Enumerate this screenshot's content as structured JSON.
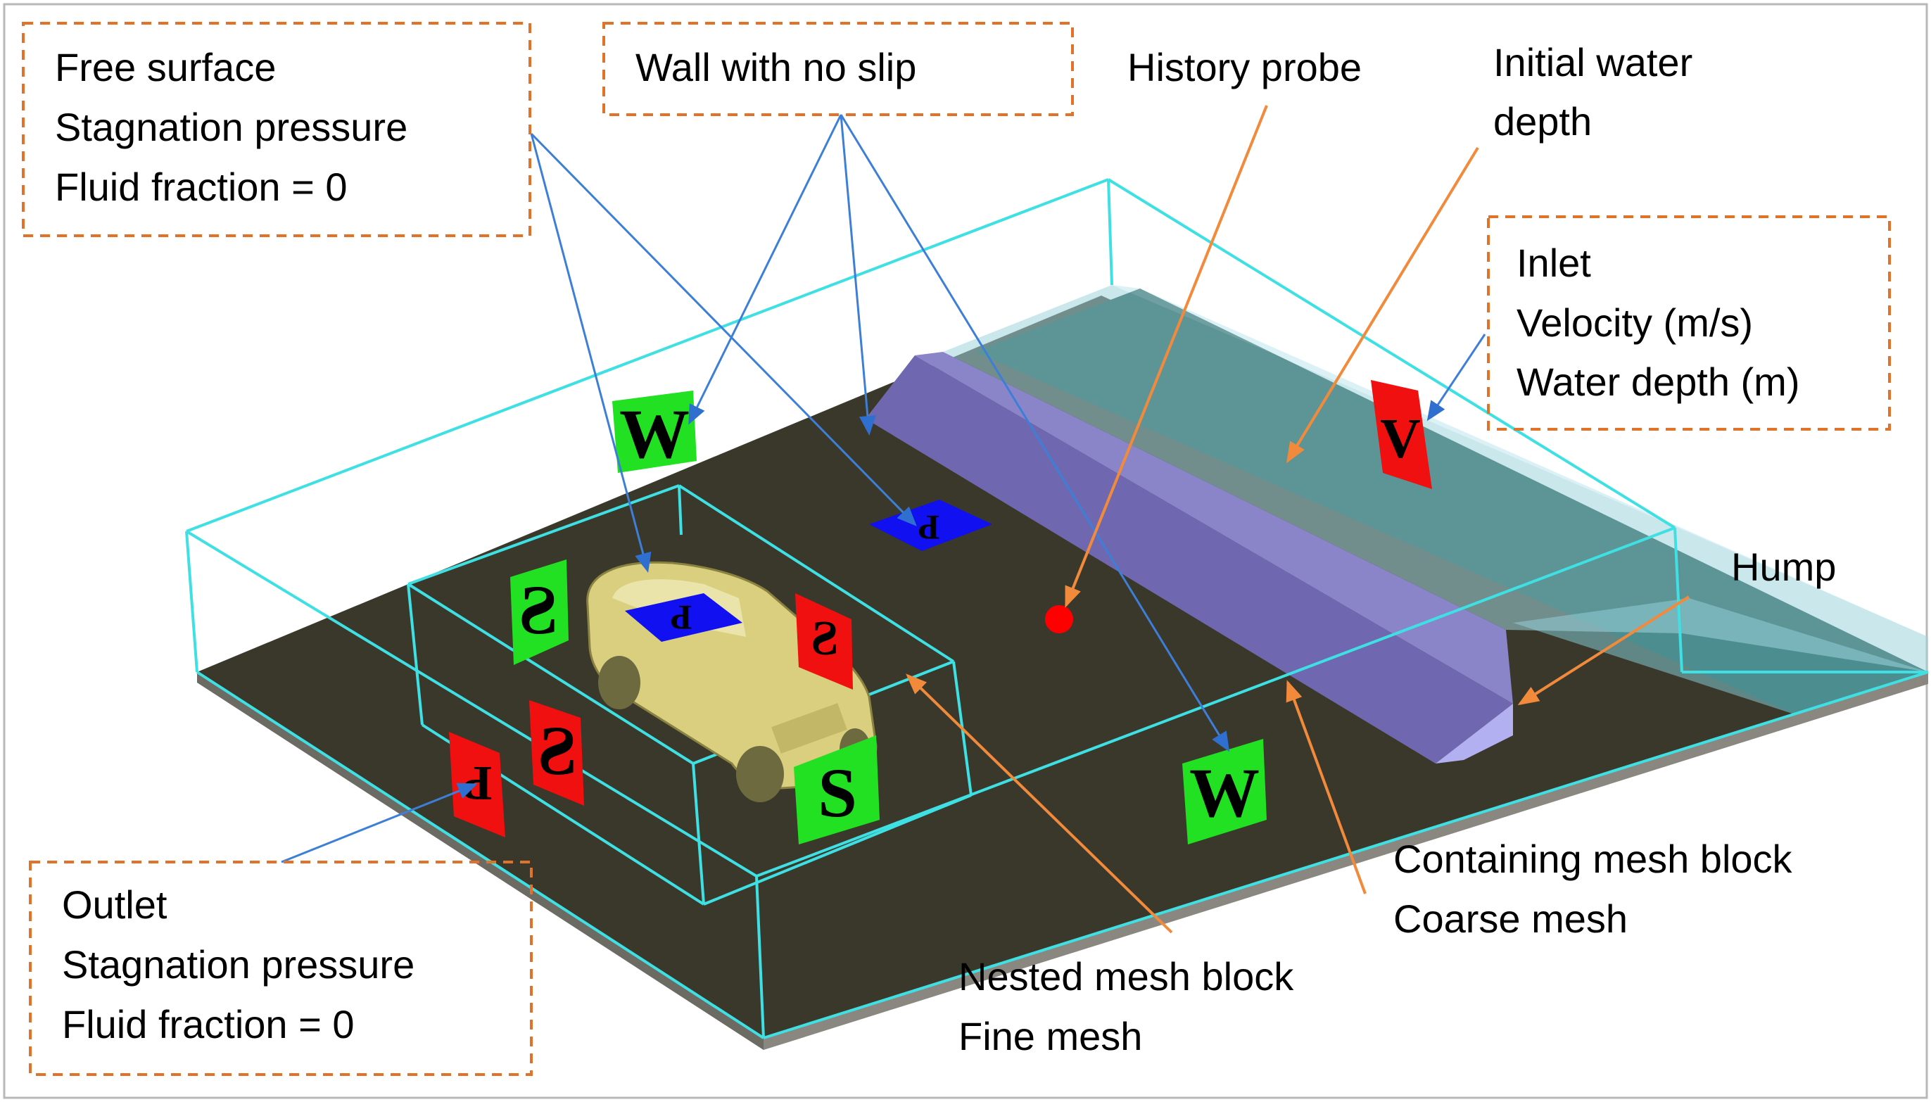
{
  "labels": {
    "free_surface": [
      "Free surface",
      "Stagnation pressure",
      "Fluid fraction = 0"
    ],
    "wall": "Wall with no slip",
    "history_probe": "History probe",
    "initial_water": [
      "Initial water",
      "depth"
    ],
    "inlet": [
      "Inlet",
      "Velocity (m/s)",
      "Water depth (m)"
    ],
    "hump": "Hump",
    "containing": [
      "Containing mesh block",
      "Coarse mesh"
    ],
    "nested": [
      "Nested mesh block",
      "Fine mesh"
    ],
    "outlet": [
      "Outlet",
      "Stagnation pressure",
      "Fluid fraction = 0"
    ]
  },
  "markers": {
    "wall": "W",
    "symmetry": "S",
    "pressure": "P",
    "velocity": "V"
  },
  "colors": {
    "floor": "#3a382b",
    "floor_edge": "#7d7a74",
    "water": "#0f4a44",
    "water_light": "#9fd4dc",
    "hump": "#7b74b8",
    "hump_light": "#a8a6e6",
    "mesh_line": "#3fe0e4",
    "orange": "#f28a3c",
    "blue_arrow": "#3d7fd6",
    "box_border": "#e0722a",
    "marker_green": "#22e022",
    "marker_blue": "#1010f0",
    "marker_red": "#f01010",
    "car": "#d9cf7e",
    "probe": "#ff0000"
  }
}
